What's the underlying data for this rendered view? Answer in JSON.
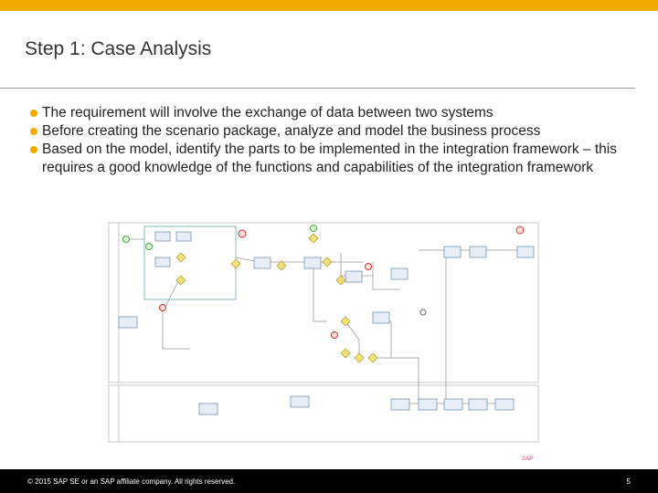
{
  "slide": {
    "title": "Step 1: Case Analysis",
    "bullets": [
      "The requirement will involve the exchange of data between two systems",
      "Before creating the scenario package, analyze and model the business process",
      "Based on the model, identify the parts to be implemented in the integration framework – this requires a good knowledge of the functions and capabilities of the integration framework"
    ],
    "accent_color": "#f0ab00"
  },
  "footer": {
    "copyright": "© 2015 SAP SE or an SAP affiliate company. All rights reserved.",
    "page_number": "5"
  }
}
